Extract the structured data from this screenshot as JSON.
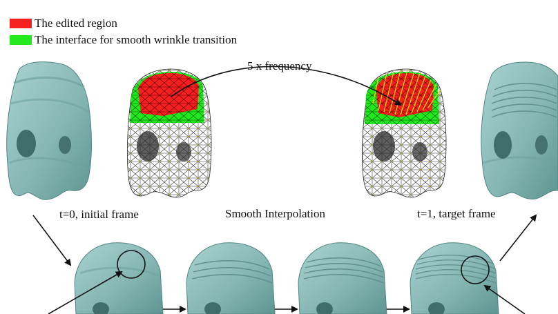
{
  "legend": [
    {
      "label": "The edited region",
      "color": "#f52020"
    },
    {
      "label": "The interface for smooth wrinkle transition",
      "color": "#22e81e"
    }
  ],
  "labels": {
    "frequency": "5 x frequency",
    "initial": "t=0, initial frame",
    "middle": "Smooth Interpolation",
    "target": "t=1, target frame"
  },
  "colors": {
    "mesh_fill": "#8fbfbc",
    "mesh_shade": "#5e9592",
    "edited": "#f52020",
    "interface": "#22e81e",
    "wire": "#1a1a1a",
    "arrow": "#111111"
  }
}
